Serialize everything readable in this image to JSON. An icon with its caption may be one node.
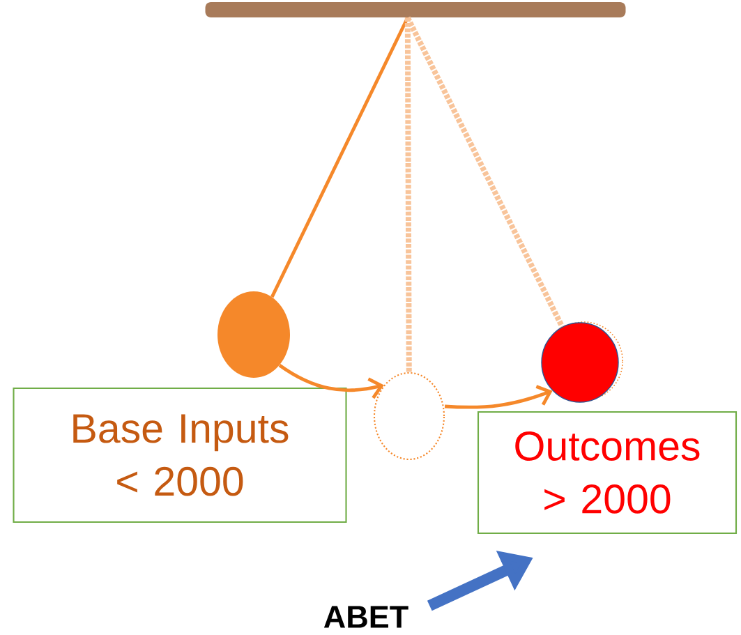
{
  "diagram": {
    "nodes": [
      {
        "text": [],
        "shape": "bar"
      },
      {
        "text": [],
        "shape": "circle"
      },
      {
        "text": [],
        "shape": "circle"
      },
      {
        "text": [],
        "shape": "circle"
      },
      {
        "text": [
          "Base Inputs < 2000"
        ]
      },
      {
        "text": [
          "Outcomes > 2000"
        ]
      },
      {
        "text": [
          "ABET"
        ]
      }
    ],
    "edges": [
      {
        "from": 0,
        "to": 1,
        "arrow": "none",
        "color": "#f5882a"
      },
      {
        "from": 0,
        "to": 2,
        "arrow": "none",
        "style": "dashed",
        "color": "#f8c49a"
      },
      {
        "from": 0,
        "to": 3,
        "arrow": "none",
        "style": "dashed",
        "color": "#f8c49a"
      },
      {
        "from": 1,
        "to": 2,
        "arrow": "to",
        "color": "#f5882a"
      },
      {
        "from": 2,
        "to": 3,
        "arrow": "to",
        "color": "#f5882a"
      },
      {
        "from": 6,
        "to": 5,
        "arrow": "to",
        "style": "thick",
        "color": "#4472c4"
      }
    ]
  }
}
